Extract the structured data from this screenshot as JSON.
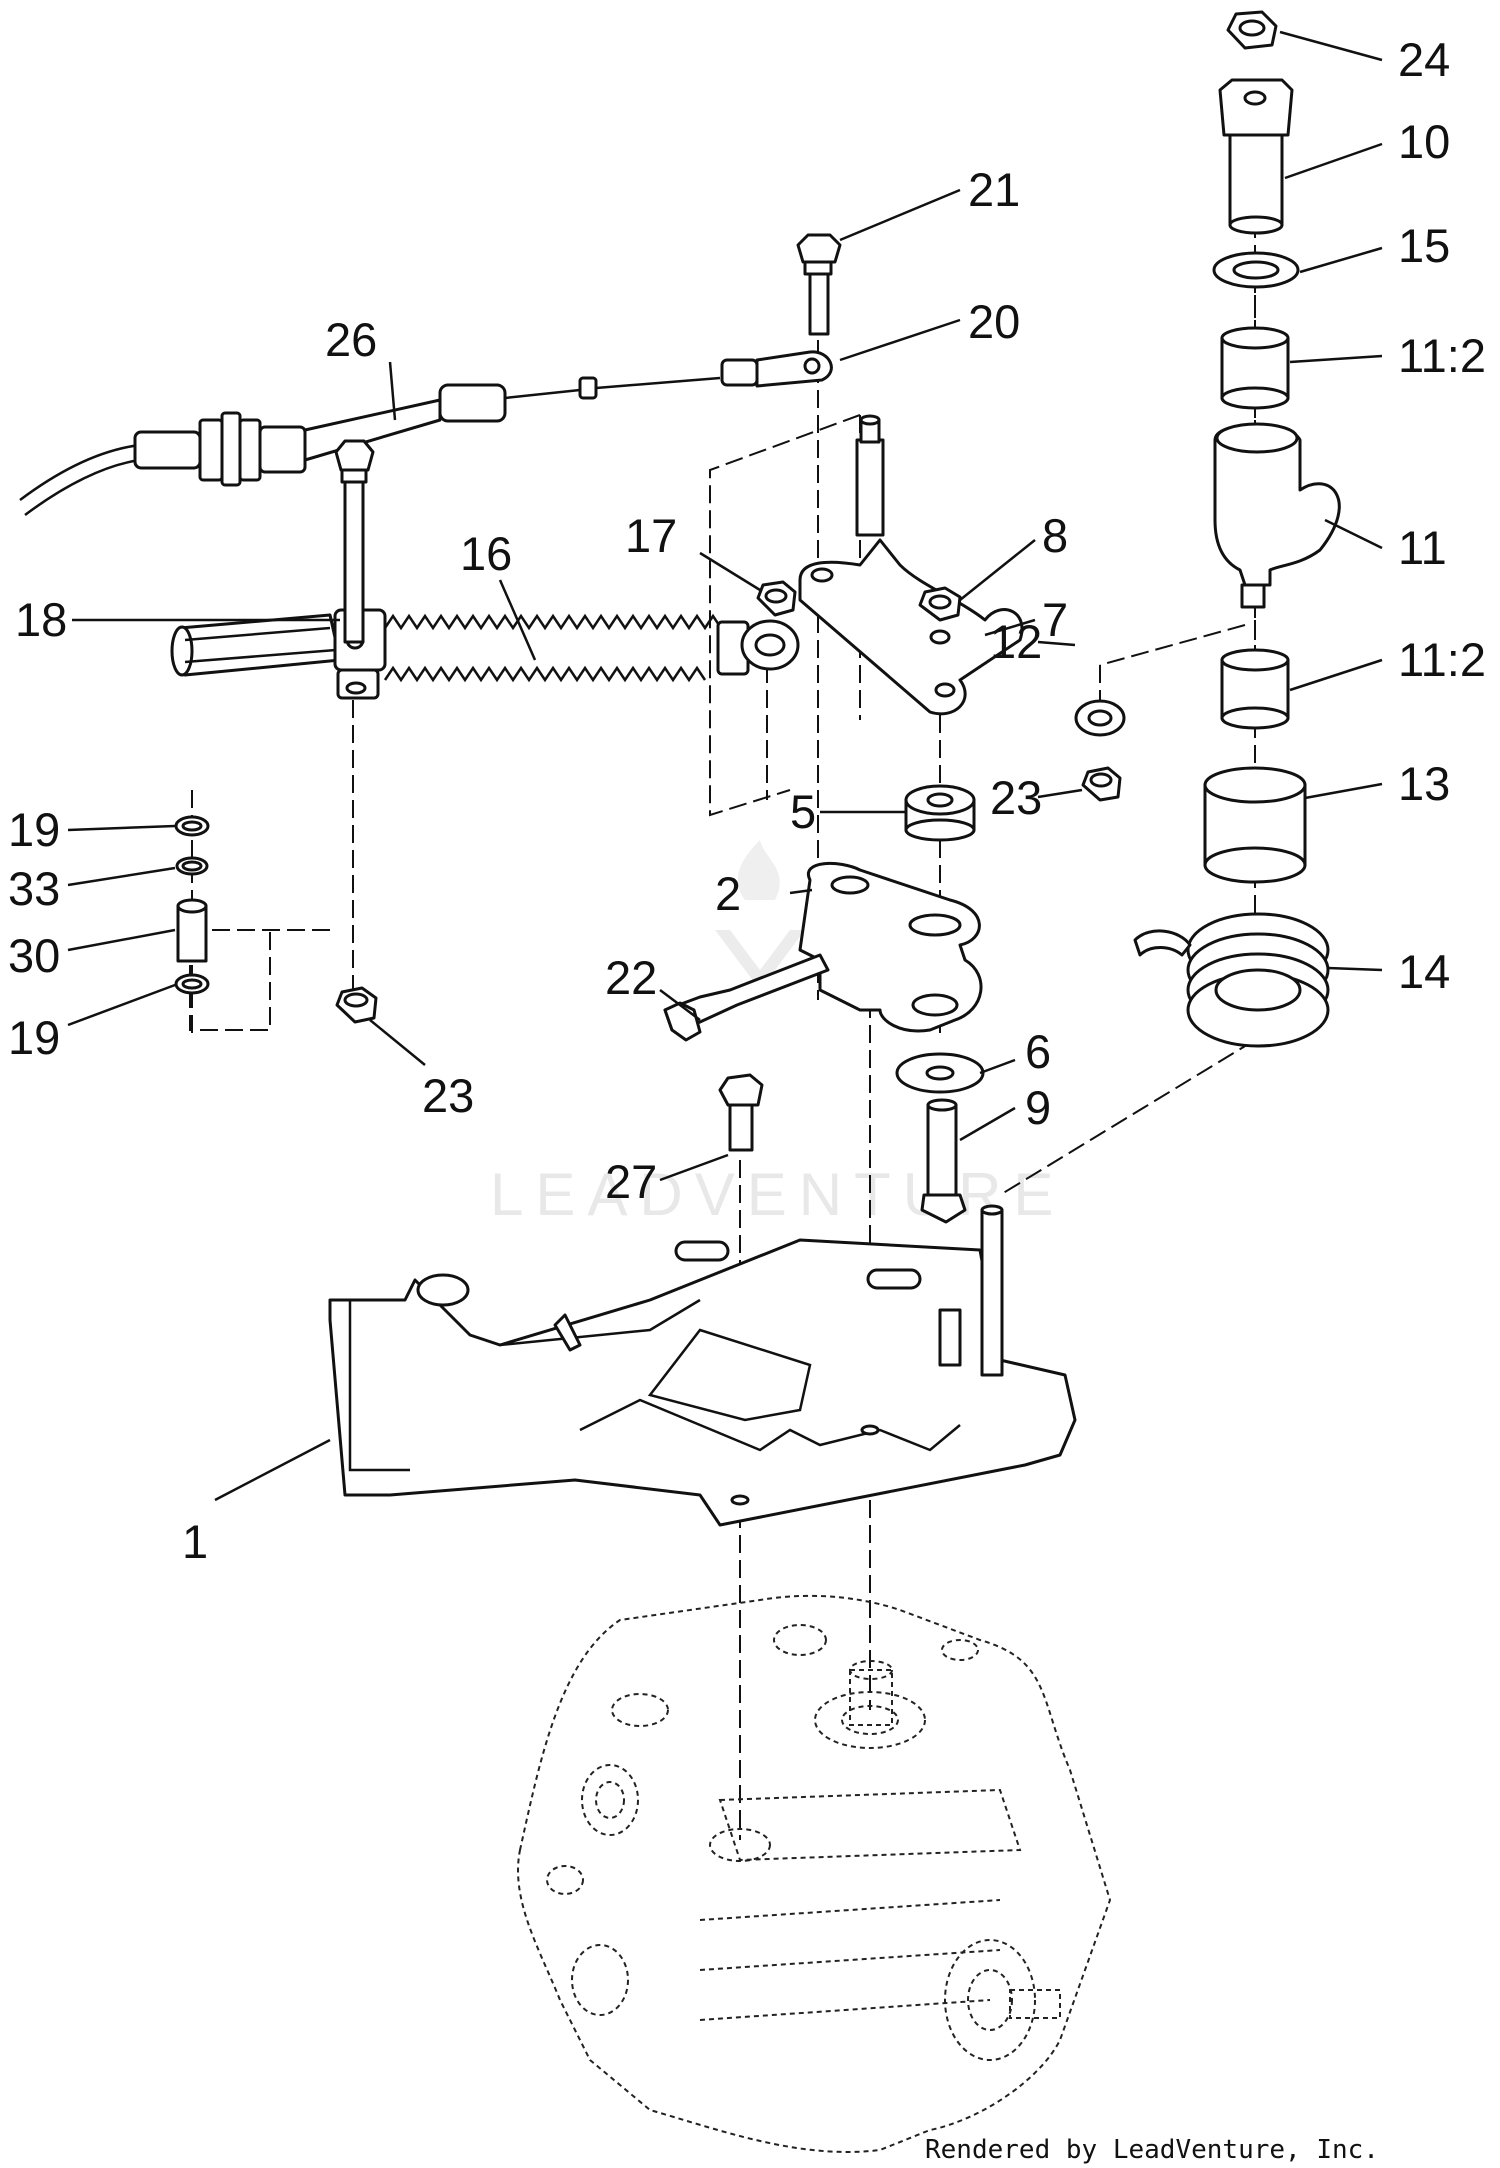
{
  "watermark": "LEADVENTURE",
  "credit": "Rendered by LeadVenture, Inc.",
  "callouts": {
    "c24": "24",
    "c10": "10",
    "c15": "15",
    "c11_2_top": "11:2",
    "c11": "11",
    "c11_2_mid": "11:2",
    "c13": "13",
    "c14": "14",
    "c21": "21",
    "c20": "20",
    "c26": "26",
    "c17": "17",
    "c16": "16",
    "c8": "8",
    "c7": "7",
    "c18": "18",
    "c12": "12",
    "c23_right": "23",
    "c5": "5",
    "c19_top": "19",
    "c33": "33",
    "c30": "30",
    "c19_bottom": "19",
    "c2": "2",
    "c22": "22",
    "c23_left": "23",
    "c6": "6",
    "c9": "9",
    "c27": "27",
    "c1": "1"
  }
}
